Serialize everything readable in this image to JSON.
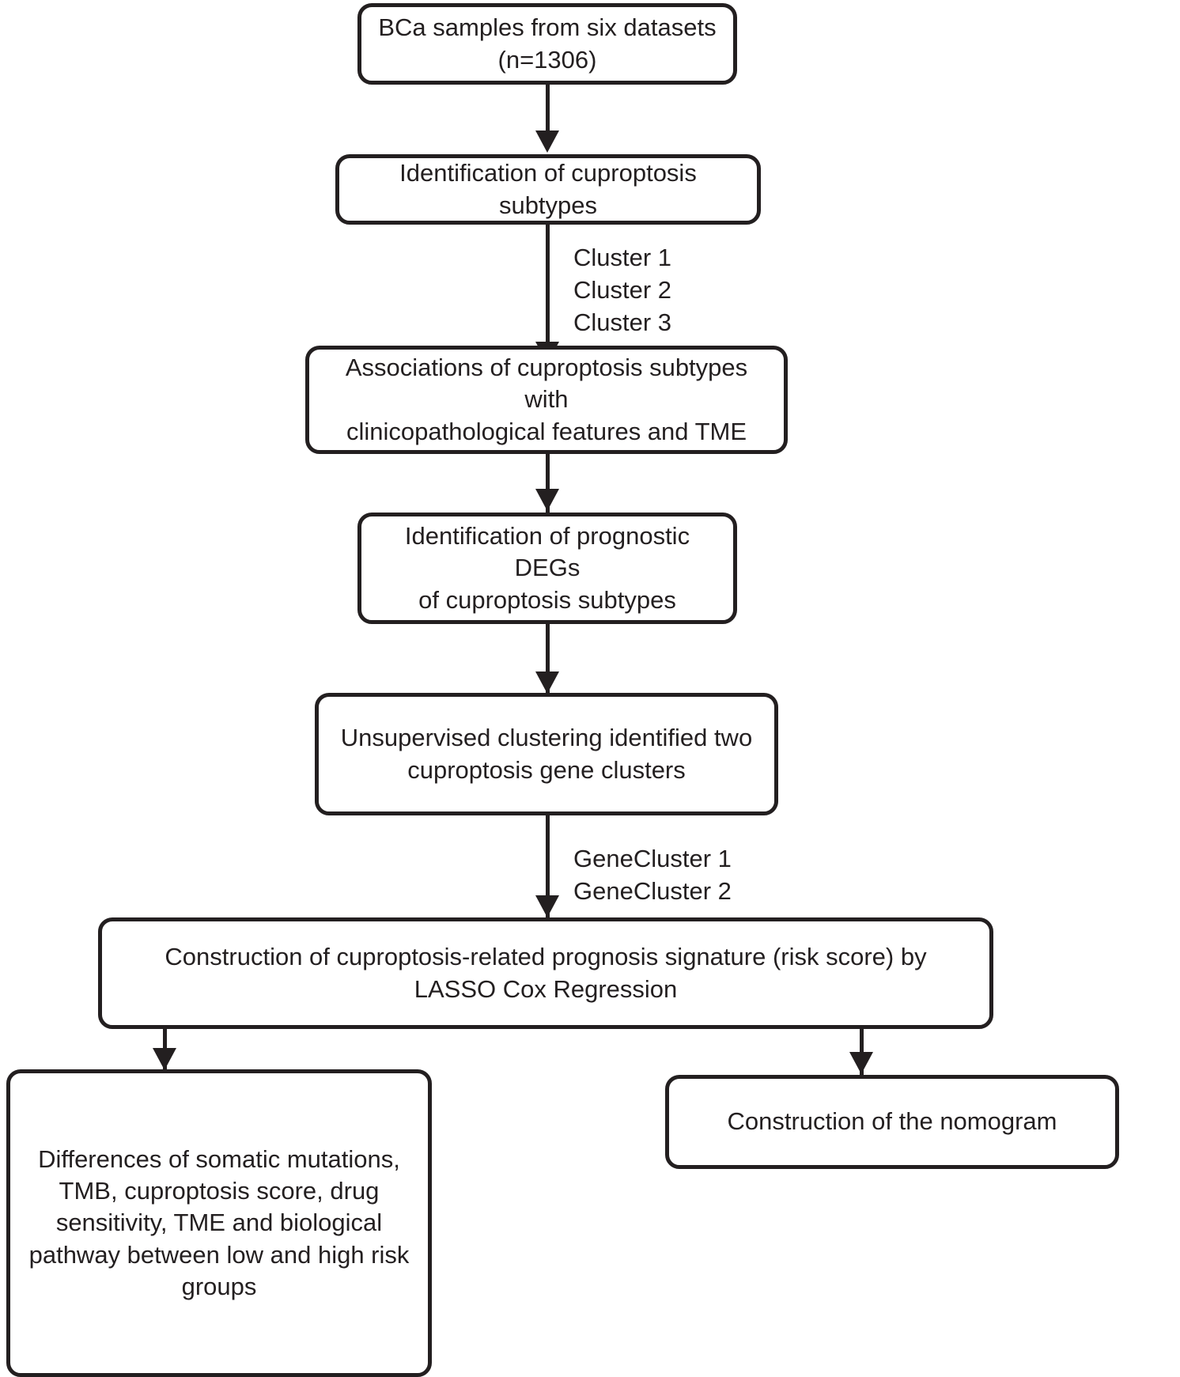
{
  "diagram": {
    "title": "Cuproptosis BCa study workflow flowchart",
    "style": {
      "stroke_color": "#231f20",
      "background_color": "#ffffff",
      "text_color": "#231f20"
    },
    "nodes": [
      {
        "id": "samples",
        "label": "BCa samples from six datasets\n(n=1306)",
        "line1": "BCa samples from six datasets",
        "line2": "(n=1306)"
      },
      {
        "id": "identify-subtypes",
        "label": "Identification of cuproptosis subtypes",
        "line1": "Identification of cuproptosis subtypes"
      },
      {
        "id": "associations",
        "label": "Associations of cuproptosis subtypes with clinicopathological features and TME",
        "line1": "Associations of cuproptosis subtypes with",
        "line2": "clinicopathological features and TME"
      },
      {
        "id": "prognostic-degs",
        "label": "Identification of prognostic DEGs of cuproptosis subtypes",
        "line1": "Identification of prognostic DEGs",
        "line2": "of cuproptosis subtypes"
      },
      {
        "id": "unsupervised-clustering",
        "label": "Unsupervised clustering identified two cuproptosis gene clusters",
        "line1": "Unsupervised clustering identified two",
        "line2": "cuproptosis gene clusters"
      },
      {
        "id": "lasso",
        "label": "Construction of cuproptosis-related prognosis signature (risk score) by LASSO Cox Regression",
        "line1": "Construction of cuproptosis-related prognosis signature (risk score) by",
        "line2": "LASSO Cox Regression"
      },
      {
        "id": "differences",
        "label": "Differences of somatic mutations, TMB, cuproptosis score, drug sensitivity, TME and biological pathway between low and high risk groups",
        "line1": "Differences of somatic mutations,",
        "line2": "TMB, cuproptosis score, drug",
        "line3": "sensitivity, TME and biological",
        "line4": "pathway between low and high risk",
        "line5": "groups"
      },
      {
        "id": "nomogram",
        "label": "Construction of the nomogram",
        "line1": "Construction of the nomogram"
      }
    ],
    "edge_labels": {
      "clusters": {
        "line1": "Cluster 1",
        "line2": "Cluster 2",
        "line3": "Cluster 3"
      },
      "gene_clusters": {
        "line1": "GeneCluster 1",
        "line2": "GeneCluster 2"
      }
    }
  }
}
